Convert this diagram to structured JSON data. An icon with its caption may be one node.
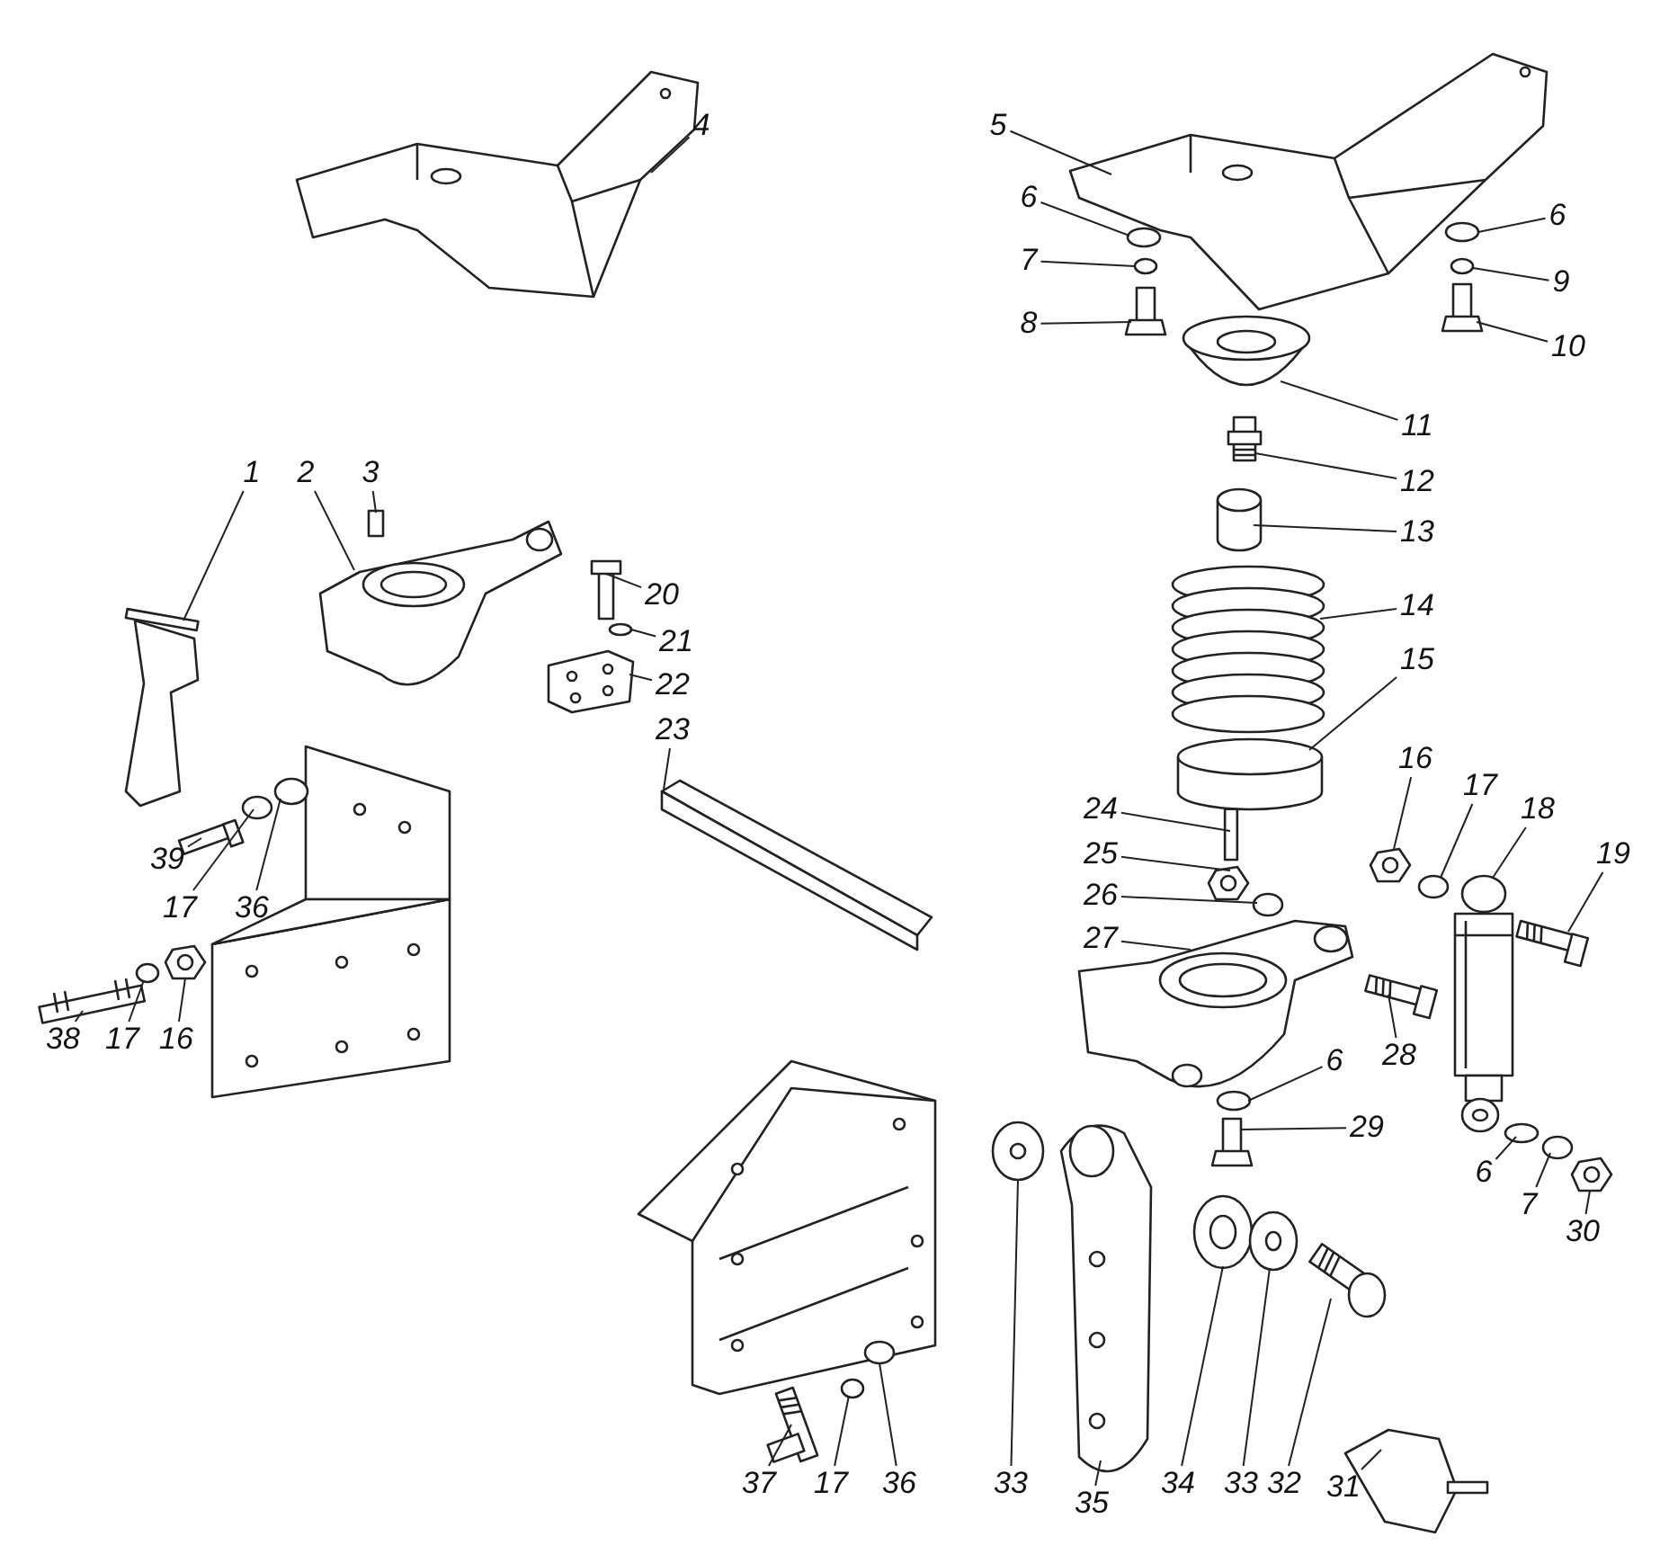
{
  "diagram": {
    "nodes": [
      {
        "text": [
          "4"
        ]
      },
      {
        "text": [
          "5"
        ]
      },
      {
        "text": [
          "6"
        ]
      },
      {
        "text": [
          "7"
        ]
      },
      {
        "text": [
          "8"
        ]
      },
      {
        "text": [
          "6"
        ]
      },
      {
        "text": [
          "9"
        ]
      },
      {
        "text": [
          "10"
        ]
      },
      {
        "text": [
          "11"
        ]
      },
      {
        "text": [
          "1"
        ]
      },
      {
        "text": [
          "2"
        ]
      },
      {
        "text": [
          "3"
        ]
      },
      {
        "text": [
          "12"
        ]
      },
      {
        "text": [
          "13"
        ]
      },
      {
        "text": [
          "20"
        ]
      },
      {
        "text": [
          "21"
        ]
      },
      {
        "text": [
          "14"
        ]
      },
      {
        "text": [
          "22"
        ]
      },
      {
        "text": [
          "15"
        ]
      },
      {
        "text": [
          "23"
        ]
      },
      {
        "text": [
          "16"
        ]
      },
      {
        "text": [
          "17"
        ]
      },
      {
        "text": [
          "18"
        ]
      },
      {
        "text": [
          "24"
        ]
      },
      {
        "text": [
          "19"
        ]
      },
      {
        "text": [
          "25"
        ]
      },
      {
        "text": [
          "39"
        ]
      },
      {
        "text": [
          "26"
        ]
      },
      {
        "text": [
          "17"
        ]
      },
      {
        "text": [
          "36"
        ]
      },
      {
        "text": [
          "27"
        ]
      },
      {
        "text": [
          "38"
        ]
      },
      {
        "text": [
          "17"
        ]
      },
      {
        "text": [
          "16"
        ]
      },
      {
        "text": [
          "28"
        ]
      },
      {
        "text": [
          "6"
        ]
      },
      {
        "text": [
          "29"
        ]
      },
      {
        "text": [
          "6"
        ]
      },
      {
        "text": [
          "7"
        ]
      },
      {
        "text": [
          "30"
        ]
      },
      {
        "text": [
          "37"
        ]
      },
      {
        "text": [
          "17"
        ]
      },
      {
        "text": [
          "36"
        ]
      },
      {
        "text": [
          "33"
        ]
      },
      {
        "text": [
          "35"
        ]
      },
      {
        "text": [
          "34"
        ]
      },
      {
        "text": [
          "33"
        ]
      },
      {
        "text": [
          "32"
        ]
      },
      {
        "text": [
          "31"
        ]
      },
      {
        "text": [],
        "shape": "picture"
      },
      {
        "text": [],
        "shape": "picture"
      },
      {
        "text": [],
        "shape": "circle"
      },
      {
        "text": [],
        "shape": "circle"
      },
      {
        "text": [],
        "shape": "picture"
      },
      {
        "text": [],
        "shape": "circle"
      },
      {
        "text": [],
        "shape": "circle"
      },
      {
        "text": [],
        "shape": "picture"
      },
      {
        "text": [],
        "shape": "picture"
      },
      {
        "text": [],
        "shape": "picture"
      },
      {
        "text": [],
        "shape": "picture"
      },
      {
        "text": [],
        "shape": "box"
      },
      {
        "text": [],
        "shape": "picture"
      },
      {
        "text": [],
        "shape": "cylinder"
      },
      {
        "text": [],
        "shape": "picture"
      },
      {
        "text": [],
        "shape": "circle"
      },
      {
        "text": [],
        "shape": "picture"
      },
      {
        "text": [],
        "shape": "picture"
      },
      {
        "text": [],
        "shape": "cylinder"
      },
      {
        "text": [],
        "shape": "picture"
      },
      {
        "text": [],
        "shape": "picture"
      },
      {
        "text": [],
        "shape": "circle"
      },
      {
        "text": [],
        "shape": "picture"
      },
      {
        "text": [],
        "shape": "bar"
      },
      {
        "text": [],
        "shape": "picture"
      },
      {
        "text": [],
        "shape": "picture"
      },
      {
        "text": [],
        "shape": "picture"
      },
      {
        "text": [],
        "shape": "circle"
      },
      {
        "text": [],
        "shape": "circle"
      },
      {
        "text": [],
        "shape": "circle"
      },
      {
        "text": [],
        "shape": "picture"
      },
      {
        "text": [],
        "shape": "picture"
      },
      {
        "text": [],
        "shape": "circle"
      },
      {
        "text": [],
        "shape": "picture"
      },
      {
        "text": [],
        "shape": "picture"
      },
      {
        "text": [],
        "shape": "circle"
      },
      {
        "text": [],
        "shape": "picture"
      },
      {
        "text": [],
        "shape": "circle"
      },
      {
        "text": [],
        "shape": "circle"
      },
      {
        "text": [],
        "shape": "picture"
      },
      {
        "text": [],
        "shape": "picture"
      },
      {
        "text": [],
        "shape": "circle"
      },
      {
        "text": [],
        "shape": "circle"
      },
      {
        "text": [],
        "shape": "picture"
      },
      {
        "text": [],
        "shape": "picture"
      },
      {
        "text": [],
        "shape": "picture"
      },
      {
        "text": [],
        "shape": "picture"
      },
      {
        "text": [],
        "shape": "picture"
      },
      {
        "text": [],
        "shape": "picture"
      }
    ],
    "edges": [
      {
        "from": 0,
        "to": 49,
        "arrow": "none"
      },
      {
        "from": 1,
        "to": 50,
        "arrow": "none"
      },
      {
        "from": 2,
        "to": 51,
        "arrow": "none"
      },
      {
        "from": 3,
        "to": 52,
        "arrow": "none"
      },
      {
        "from": 4,
        "to": 53,
        "arrow": "none"
      },
      {
        "from": 5,
        "to": 54,
        "arrow": "none"
      },
      {
        "from": 6,
        "to": 55,
        "arrow": "none"
      },
      {
        "from": 7,
        "to": 56,
        "arrow": "none"
      },
      {
        "from": 8,
        "to": 57,
        "arrow": "none"
      },
      {
        "from": 9,
        "to": 58,
        "arrow": "none"
      },
      {
        "from": 10,
        "to": 59,
        "arrow": "none"
      },
      {
        "from": 11,
        "to": 60,
        "arrow": "none"
      },
      {
        "from": 12,
        "to": 61,
        "arrow": "none"
      },
      {
        "from": 13,
        "to": 62,
        "arrow": "none"
      },
      {
        "from": 14,
        "to": 63,
        "arrow": "none"
      },
      {
        "from": 15,
        "to": 64,
        "arrow": "none"
      },
      {
        "from": 16,
        "to": 65,
        "arrow": "none"
      },
      {
        "from": 17,
        "to": 66,
        "arrow": "none"
      },
      {
        "from": 18,
        "to": 67,
        "arrow": "none"
      },
      {
        "from": 19,
        "to": 68,
        "arrow": "none"
      },
      {
        "from": 20,
        "to": 69,
        "arrow": "none"
      },
      {
        "from": 21,
        "to": 70,
        "arrow": "none"
      },
      {
        "from": 22,
        "to": 71,
        "arrow": "none"
      },
      {
        "from": 23,
        "to": 72,
        "arrow": "none"
      },
      {
        "from": 24,
        "to": 73,
        "arrow": "none"
      },
      {
        "from": 25,
        "to": 74,
        "arrow": "none"
      },
      {
        "from": 26,
        "to": 75,
        "arrow": "none"
      },
      {
        "from": 27,
        "to": 76,
        "arrow": "none"
      },
      {
        "from": 28,
        "to": 77,
        "arrow": "none"
      },
      {
        "from": 29,
        "to": 78,
        "arrow": "none"
      },
      {
        "from": 30,
        "to": 79,
        "arrow": "none"
      },
      {
        "from": 31,
        "to": 80,
        "arrow": "none"
      },
      {
        "from": 32,
        "to": 81,
        "arrow": "none"
      },
      {
        "from": 33,
        "to": 82,
        "arrow": "none"
      },
      {
        "from": 34,
        "to": 83,
        "arrow": "none"
      },
      {
        "from": 35,
        "to": 84,
        "arrow": "none"
      },
      {
        "from": 36,
        "to": 85,
        "arrow": "none"
      },
      {
        "from": 37,
        "to": 86,
        "arrow": "none"
      },
      {
        "from": 38,
        "to": 87,
        "arrow": "none"
      },
      {
        "from": 39,
        "to": 88,
        "arrow": "none"
      },
      {
        "from": 40,
        "to": 89,
        "arrow": "none"
      },
      {
        "from": 41,
        "to": 90,
        "arrow": "none"
      },
      {
        "from": 42,
        "to": 91,
        "arrow": "none"
      },
      {
        "from": 43,
        "to": 92,
        "arrow": "none"
      },
      {
        "from": 44,
        "to": 93,
        "arrow": "none"
      },
      {
        "from": 45,
        "to": 94,
        "arrow": "none"
      },
      {
        "from": 46,
        "to": 95,
        "arrow": "none"
      },
      {
        "from": 47,
        "to": 96,
        "arrow": "none"
      },
      {
        "from": 48,
        "to": 97,
        "arrow": "none"
      }
    ]
  }
}
